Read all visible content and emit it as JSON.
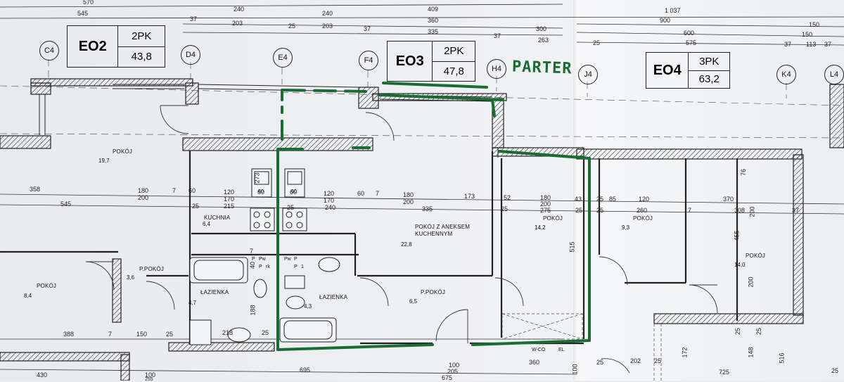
{
  "floor_label": "PARTER",
  "units": [
    {
      "code": "EO2",
      "type": "2PK",
      "area": "43,8"
    },
    {
      "code": "EO3",
      "type": "2PK",
      "area": "47,8"
    },
    {
      "code": "EO4",
      "type": "3PK",
      "area": "63,2"
    }
  ],
  "grid_axes": [
    "C4",
    "D4",
    "E4",
    "F4",
    "H4",
    "J4",
    "K4",
    "L4"
  ],
  "rooms": [
    {
      "name": "POKÓJ",
      "area": "19,7"
    },
    {
      "name": "KUCHNIA",
      "area": "6,4"
    },
    {
      "name": "P.POKÓJ",
      "area": "3,6"
    },
    {
      "name": "POKÓJ",
      "area": "8,4"
    },
    {
      "name": "ŁAZIENKA",
      "area": "4,7"
    },
    {
      "name": "ŁAZIENKA",
      "area": "4,3"
    },
    {
      "name": "POKÓJ Z ANEKSEM KUCHENNYM",
      "area": "22,8"
    },
    {
      "name": "P.POKÓJ",
      "area": "6,5"
    },
    {
      "name": "POKÓJ",
      "area": "14,2"
    },
    {
      "name": "POKÓJ",
      "area": "9,3"
    },
    {
      "name": "POKÓJ",
      "area": "14,0"
    }
  ],
  "dimensions_top": [
    "570",
    "545",
    "240",
    "240",
    "409",
    "1 037",
    "37",
    "203",
    "25",
    "203",
    "37",
    "360",
    "335",
    "37",
    "300",
    "263",
    "900",
    "600",
    "575",
    "150",
    "150",
    "37",
    "113",
    "37",
    "25"
  ],
  "dimensions_mid": [
    "358",
    "180",
    "200",
    "7",
    "60",
    "120",
    "170",
    "60",
    "60",
    "120",
    "170",
    "60",
    "7",
    "180",
    "200",
    "173",
    "52",
    "180",
    "200",
    "275",
    "43",
    "25",
    "85",
    "120",
    "260",
    "7",
    "370",
    "308",
    "37"
  ],
  "dimensions_mid2": [
    "545",
    "25",
    "215",
    "25",
    "240",
    "335",
    "25",
    "25",
    "25"
  ],
  "dimensions_vertical": [
    "273",
    "76",
    "200",
    "455",
    "200",
    "7",
    "40",
    "188",
    "515",
    "148",
    "516",
    "25",
    "25",
    "172"
  ],
  "dimensions_bottom": [
    "388",
    "7",
    "150",
    "25",
    "218",
    "25",
    "430",
    "100",
    "255",
    "695",
    "100",
    "205",
    "675",
    "360",
    "100",
    "25",
    "202",
    "25",
    "725",
    "25"
  ],
  "equipment": [
    "60",
    "60",
    "P",
    "Pw",
    "P",
    "rk",
    "Pw",
    "P",
    "P",
    "1",
    "W-CO",
    "EL"
  ],
  "annotation_color": "#1b6b34"
}
